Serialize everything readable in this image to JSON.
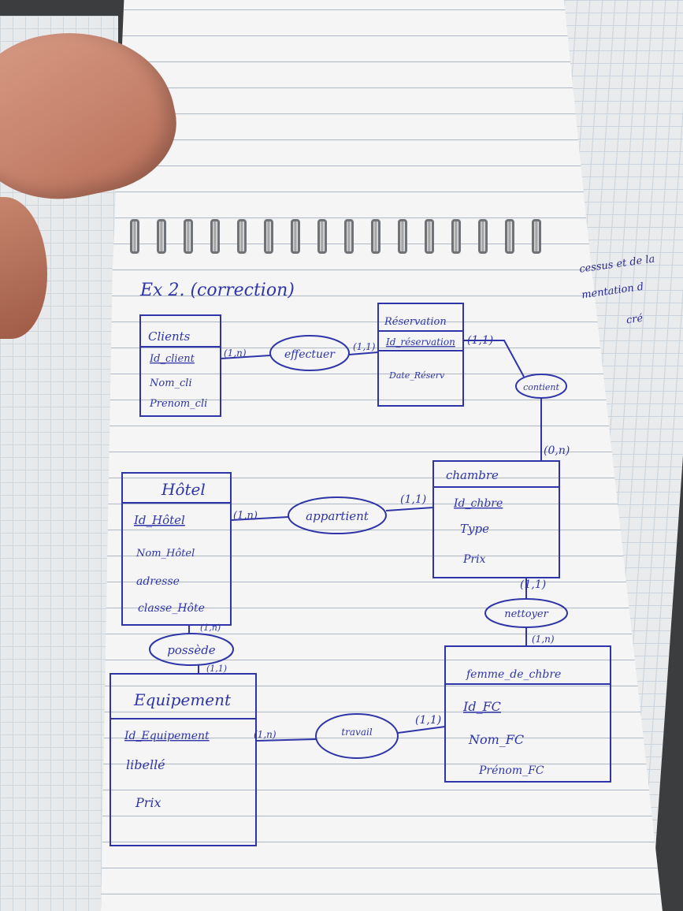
{
  "title": "Ex 2. (correction)",
  "colors": {
    "ink": "#2f35a8"
  },
  "side_notes": [
    "cessus et de la",
    "mentation d",
    "cré"
  ],
  "entities": {
    "clients": {
      "name": "Clients",
      "attrs": [
        "Id_client",
        "Nom_cli",
        "Prenom_cli"
      ]
    },
    "reservation": {
      "name": "Réservation",
      "attrs": [
        "Id_réservation",
        "Date_Réserv"
      ]
    },
    "hotel": {
      "name": "Hôtel",
      "attrs": [
        "Id_Hôtel",
        "Nom_Hôtel",
        "adresse",
        "classe_Hôte"
      ]
    },
    "chambre": {
      "name": "chambre",
      "attrs": [
        "Id_chbre",
        "Type",
        "Prix"
      ]
    },
    "equipement": {
      "name": "Equipement",
      "attrs": [
        "Id_Equipement",
        "libellé",
        "Prix"
      ]
    },
    "femme": {
      "name": "femme_de_chbre",
      "attrs": [
        "Id_FC",
        "Nom_FC",
        "Prénom_FC"
      ]
    }
  },
  "relations": {
    "effectuer": "effectuer",
    "contient": "contient",
    "appartient": "appartient",
    "nettoyer": "nettoyer",
    "possede": "possède",
    "travaille": "travail"
  },
  "cardinalities": {
    "clients_effectuer": "(1,n)",
    "reservation_effectuer": "(1,1)",
    "reservation_contient": "(1,1)",
    "chambre_contient": "(0,n)",
    "hotel_appartient": "(1,n)",
    "chambre_appartient": "(1,1)",
    "chambre_nettoyer": "(1,1)",
    "femme_nettoyer": "(1,n)",
    "hotel_possede": "(1,n)",
    "equipement_possede": "(1,1)",
    "equipement_travaille": "(1,n)",
    "femme_travaille": "(1,1)"
  }
}
